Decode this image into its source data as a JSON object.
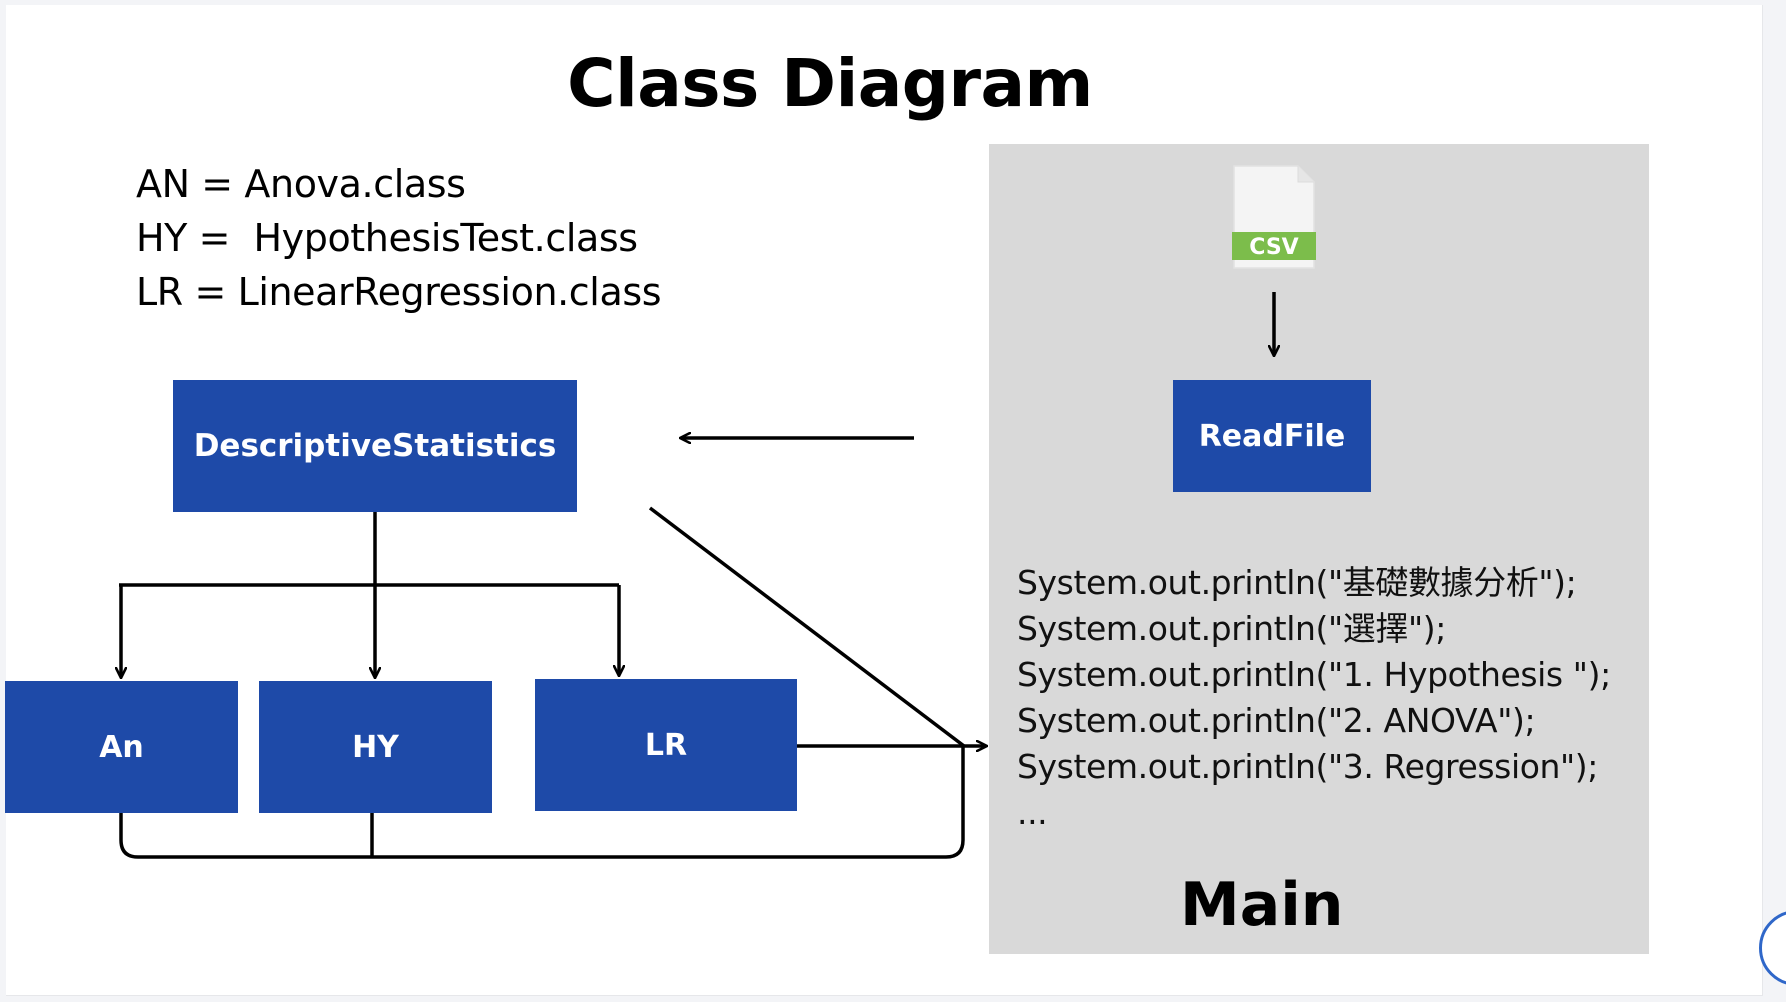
{
  "title": "Class Diagram",
  "legend": [
    "AN = Anova.class",
    "HY =  HypothesisTest.class",
    "LR = LinearRegression.class"
  ],
  "classes": {
    "descriptive": "DescriptiveStatistics",
    "an": "An",
    "hy": "HY",
    "lr": "LR",
    "readfile": "ReadFile"
  },
  "csv_icon": {
    "label": "CSV",
    "icon": "csv-file-icon"
  },
  "main": {
    "label": "Main",
    "code_lines": [
      "System.out.println(\"基礎數據分析\");",
      "System.out.println(\"選擇\");",
      "System.out.println(\"1. Hypothesis \");",
      "System.out.println(\"2. ANOVA\");",
      "System.out.println(\"3. Regression\");",
      "..."
    ]
  },
  "colors": {
    "box": "#1e4aa8",
    "panel": "#d9d9d9",
    "csv_badge": "#7cbd4b",
    "connector": "#000000"
  }
}
